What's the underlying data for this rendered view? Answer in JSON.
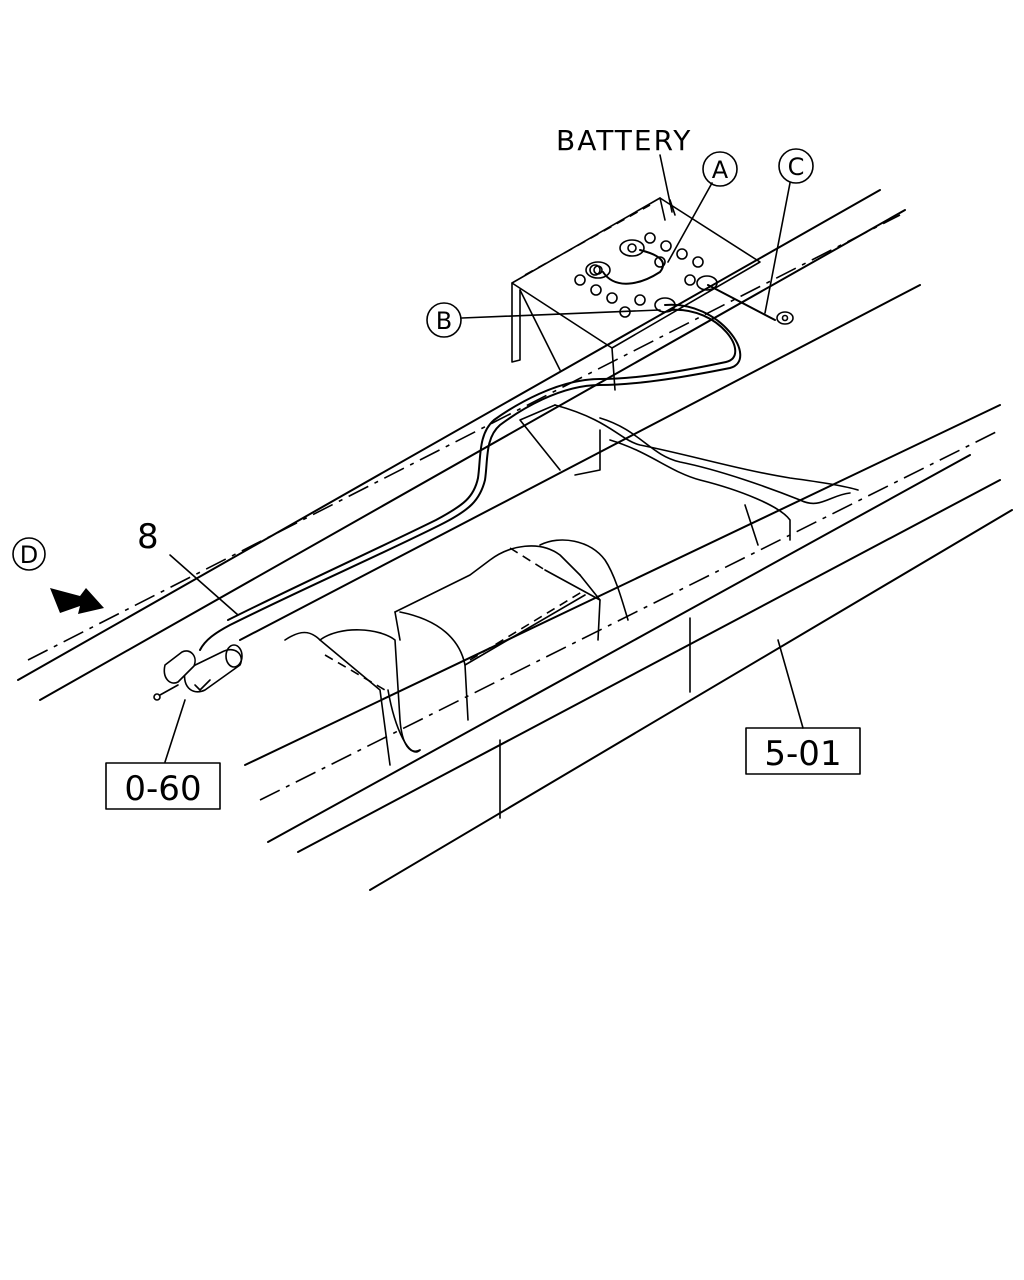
{
  "labels": {
    "battery": "BATTERY",
    "callout_a": "A",
    "callout_b": "B",
    "callout_c": "C",
    "callout_d": "D",
    "part_number": "8",
    "ref_box_left": "0-60",
    "ref_box_right": "5-01"
  },
  "colors": {
    "ink": "#000000",
    "paper": "#ffffff"
  },
  "icons": {
    "view_arrow": "arrow-right-down-icon"
  }
}
